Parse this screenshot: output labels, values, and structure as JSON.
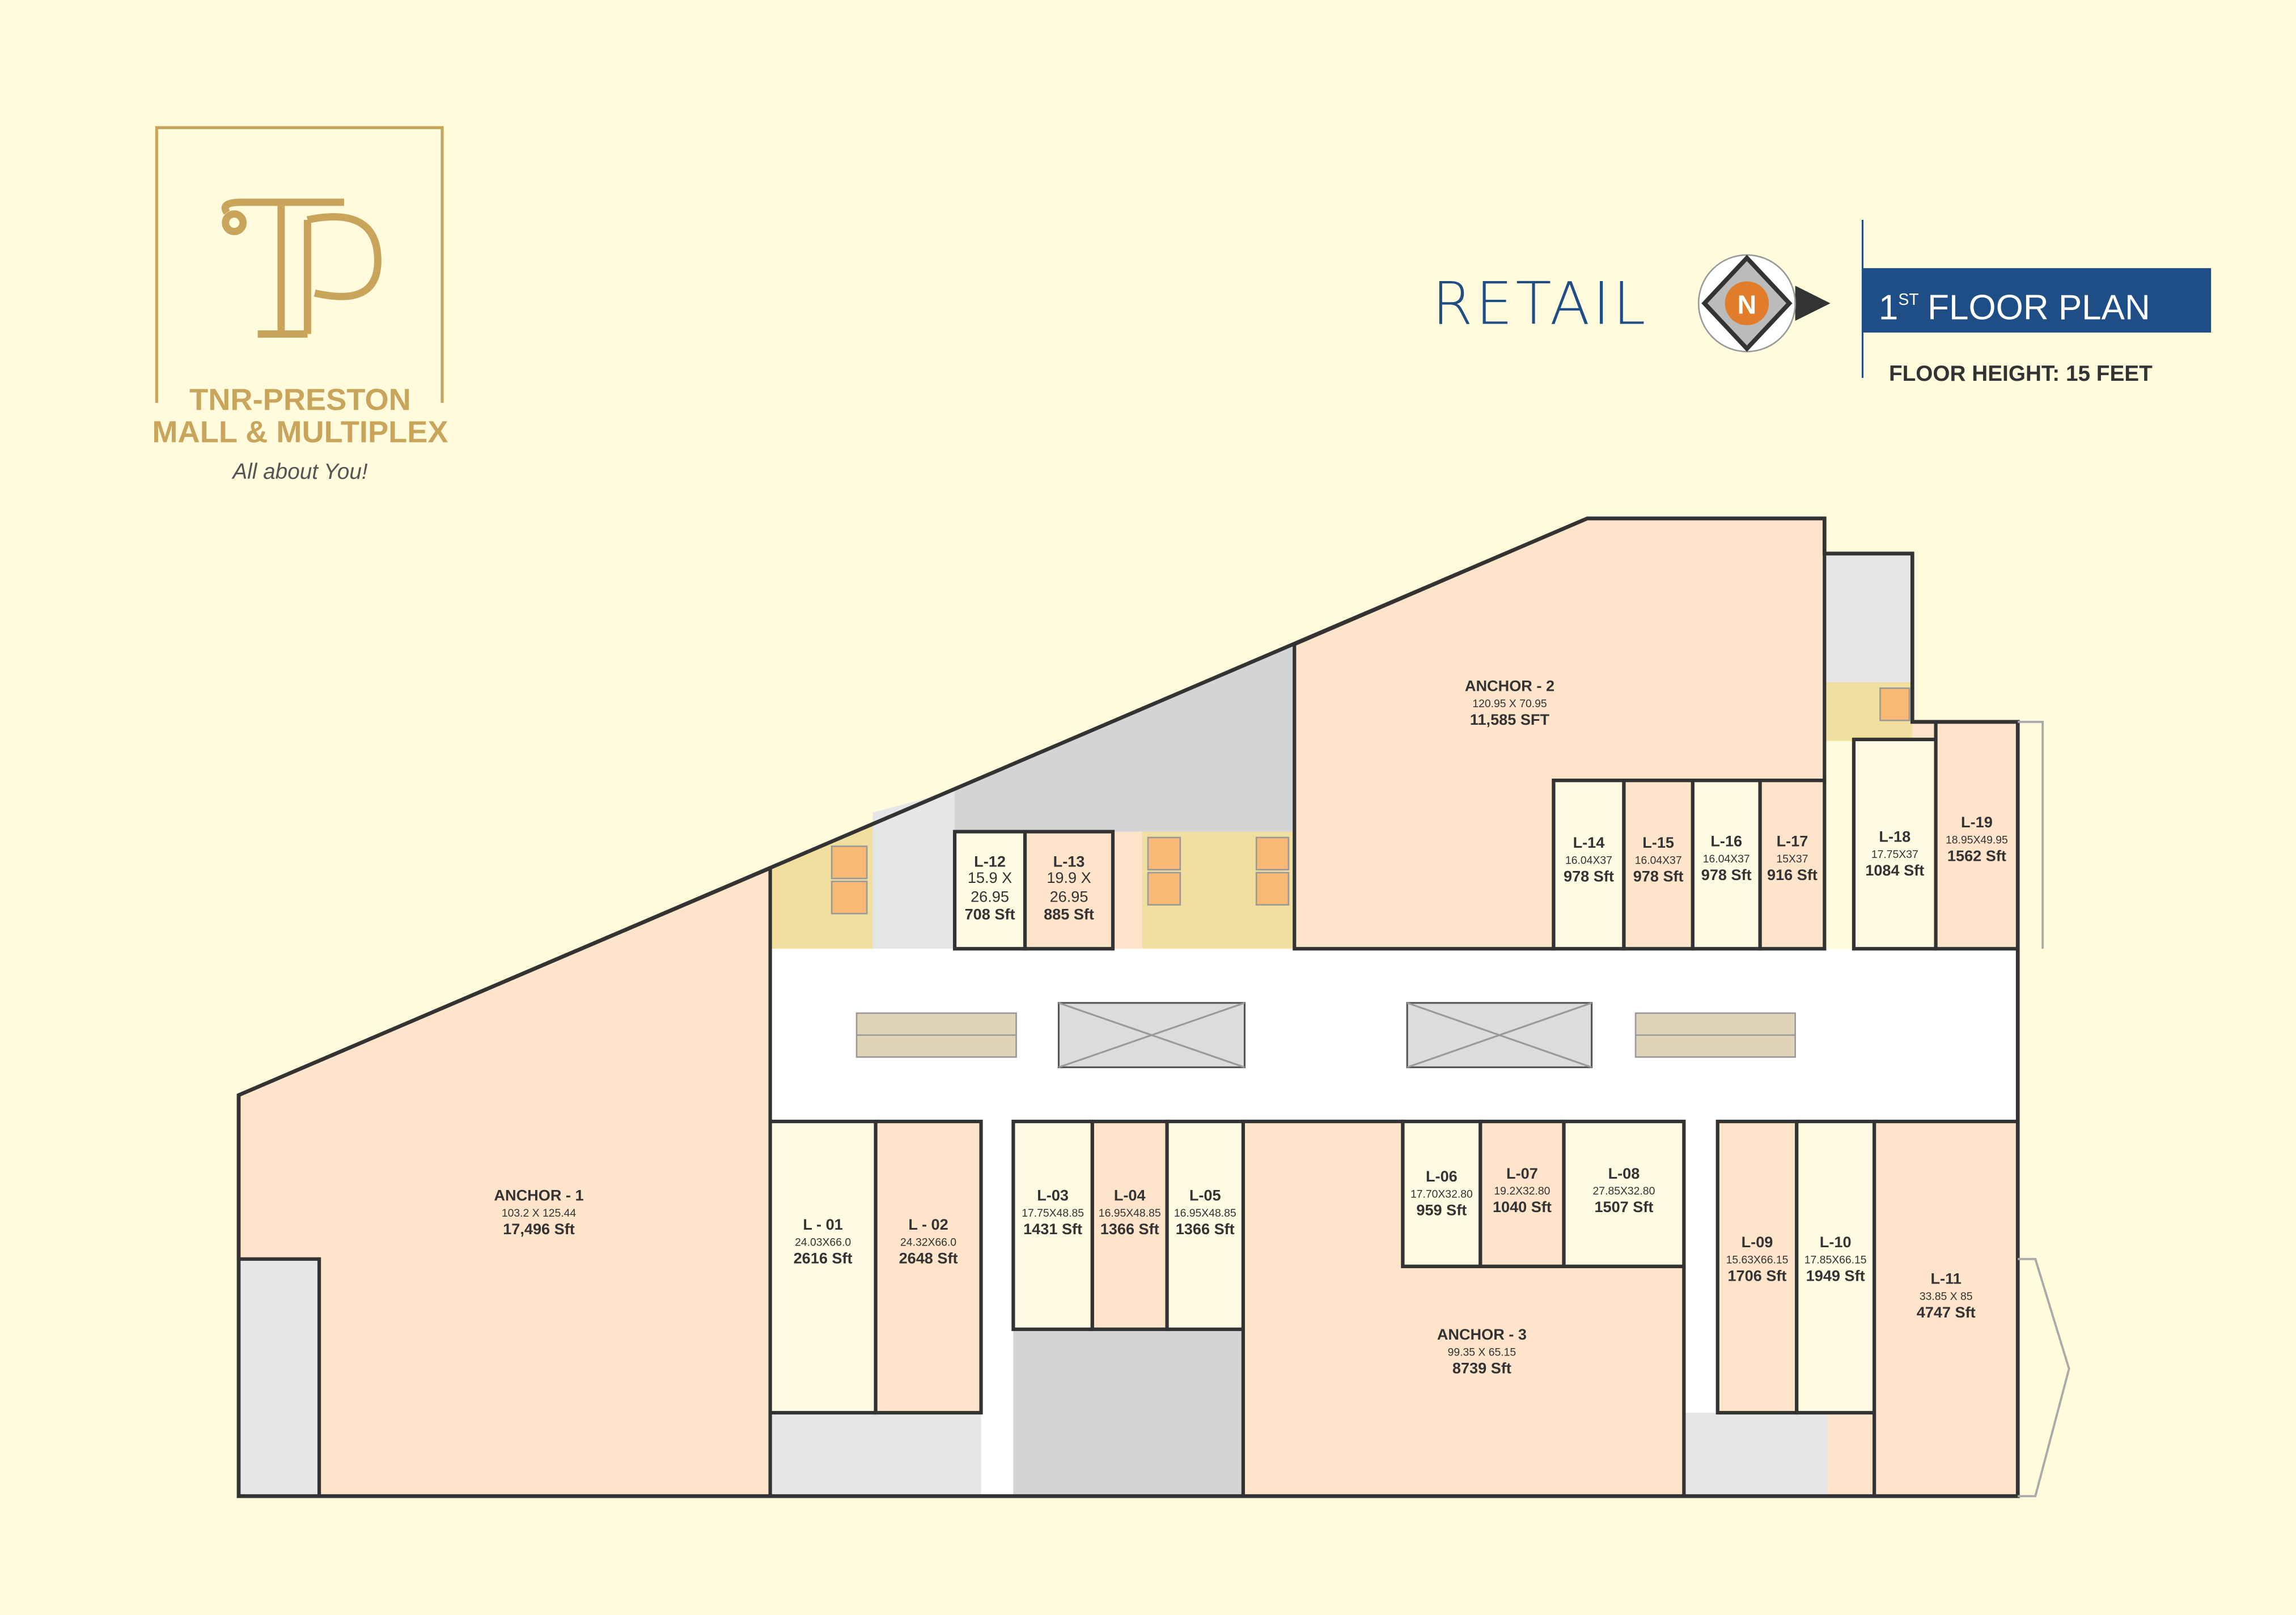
{
  "logo": {
    "line1": "TNR-PRESTON",
    "line2": "MALL & MULTIPLEX",
    "tagline": "All about You!",
    "monogram": "TP"
  },
  "header": {
    "section": "RETAIL",
    "compass_letter": "N",
    "floor_number": "1",
    "floor_suffix": "ST",
    "floor_title": "FLOOR PLAN",
    "floor_height": "FLOOR  HEIGHT: 15 FEET"
  },
  "colors": {
    "background": "#fffbdc",
    "brand_blue": "#1f4e87",
    "gold": "#c9a55c",
    "peach_unit": "#fee4cb",
    "cream_unit": "#fffbe3",
    "service_grey": "#d4d4d6",
    "lobby_yellow": "#f1df9f",
    "lift_orange": "#f8b977",
    "compass_orange": "#e07c2a"
  },
  "units": [
    {
      "id": "anchor-1",
      "label": "ANCHOR - 1",
      "dims": "103.2 X 125.44",
      "area": "17,496 Sft"
    },
    {
      "id": "anchor-2",
      "label": "ANCHOR - 2",
      "dims": "120.95 X 70.95",
      "area": "11,585 SFT"
    },
    {
      "id": "anchor-3",
      "label": "ANCHOR - 3",
      "dims": "99.35 X 65.15",
      "area": "8739 Sft"
    },
    {
      "id": "l-01",
      "label": "L - 01",
      "dims": "24.03X66.0",
      "area": "2616 Sft"
    },
    {
      "id": "l-02",
      "label": "L - 02",
      "dims": "24.32X66.0",
      "area": "2648 Sft"
    },
    {
      "id": "l-03",
      "label": "L-03",
      "dims": "17.75X48.85",
      "area": "1431 Sft"
    },
    {
      "id": "l-04",
      "label": "L-04",
      "dims": "16.95X48.85",
      "area": "1366 Sft"
    },
    {
      "id": "l-05",
      "label": "L-05",
      "dims": "16.95X48.85",
      "area": "1366 Sft"
    },
    {
      "id": "l-06",
      "label": "L-06",
      "dims": "17.70X32.80",
      "area": "959 Sft"
    },
    {
      "id": "l-07",
      "label": "L-07",
      "dims": "19.2X32.80",
      "area": "1040 Sft"
    },
    {
      "id": "l-08",
      "label": "L-08",
      "dims": "27.85X32.80",
      "area": "1507 Sft"
    },
    {
      "id": "l-09",
      "label": "L-09",
      "dims": "15.63X66.15",
      "area": "1706 Sft"
    },
    {
      "id": "l-10",
      "label": "L-10",
      "dims": "17.85X66.15",
      "area": "1949 Sft"
    },
    {
      "id": "l-11",
      "label": "L-11",
      "dims": "33.85 X 85",
      "area": "4747 Sft"
    },
    {
      "id": "l-12",
      "label": "L-12",
      "dims": "15.9 X",
      "dims2": "26.95",
      "area": "708 Sft"
    },
    {
      "id": "l-13",
      "label": "L-13",
      "dims": "19.9 X",
      "dims2": "26.95",
      "area": "885 Sft"
    },
    {
      "id": "l-14",
      "label": "L-14",
      "dims": "16.04X37",
      "area": "978 Sft"
    },
    {
      "id": "l-15",
      "label": "L-15",
      "dims": "16.04X37",
      "area": "978 Sft"
    },
    {
      "id": "l-16",
      "label": "L-16",
      "dims": "16.04X37",
      "area": "978 Sft"
    },
    {
      "id": "l-17",
      "label": "L-17",
      "dims": "15X37",
      "area": "916 Sft"
    },
    {
      "id": "l-18",
      "label": "L-18",
      "dims": "17.75X37",
      "area": "1084 Sft"
    },
    {
      "id": "l-19",
      "label": "L-19",
      "dims": "18.95X49.95",
      "area": "1562 Sft"
    }
  ]
}
